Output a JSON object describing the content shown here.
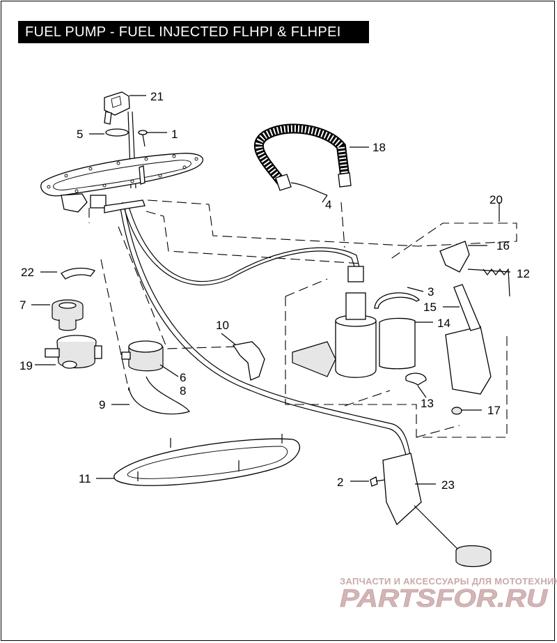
{
  "title": "FUEL PUMP - FUEL INJECTED FLHPI & FLHPEI",
  "callouts": {
    "c1": "1",
    "c2": "2",
    "c3": "3",
    "c4": "4",
    "c5": "5",
    "c6": "6",
    "c7": "7",
    "c8": "8",
    "c9": "9",
    "c10": "10",
    "c11": "11",
    "c12": "12",
    "c13": "13",
    "c14": "14",
    "c15": "15",
    "c16": "16",
    "c17": "17",
    "c18": "18",
    "c19": "19",
    "c20": "20",
    "c21": "21",
    "c22": "22",
    "c23": "23"
  },
  "watermark": {
    "tagline": "ЗАПЧАСТИ И АКСЕССУАРЫ ДЛЯ МОТОТЕХНИКИ",
    "brand": "PARTSFOR.RU",
    "color": "#c9a9a9"
  }
}
